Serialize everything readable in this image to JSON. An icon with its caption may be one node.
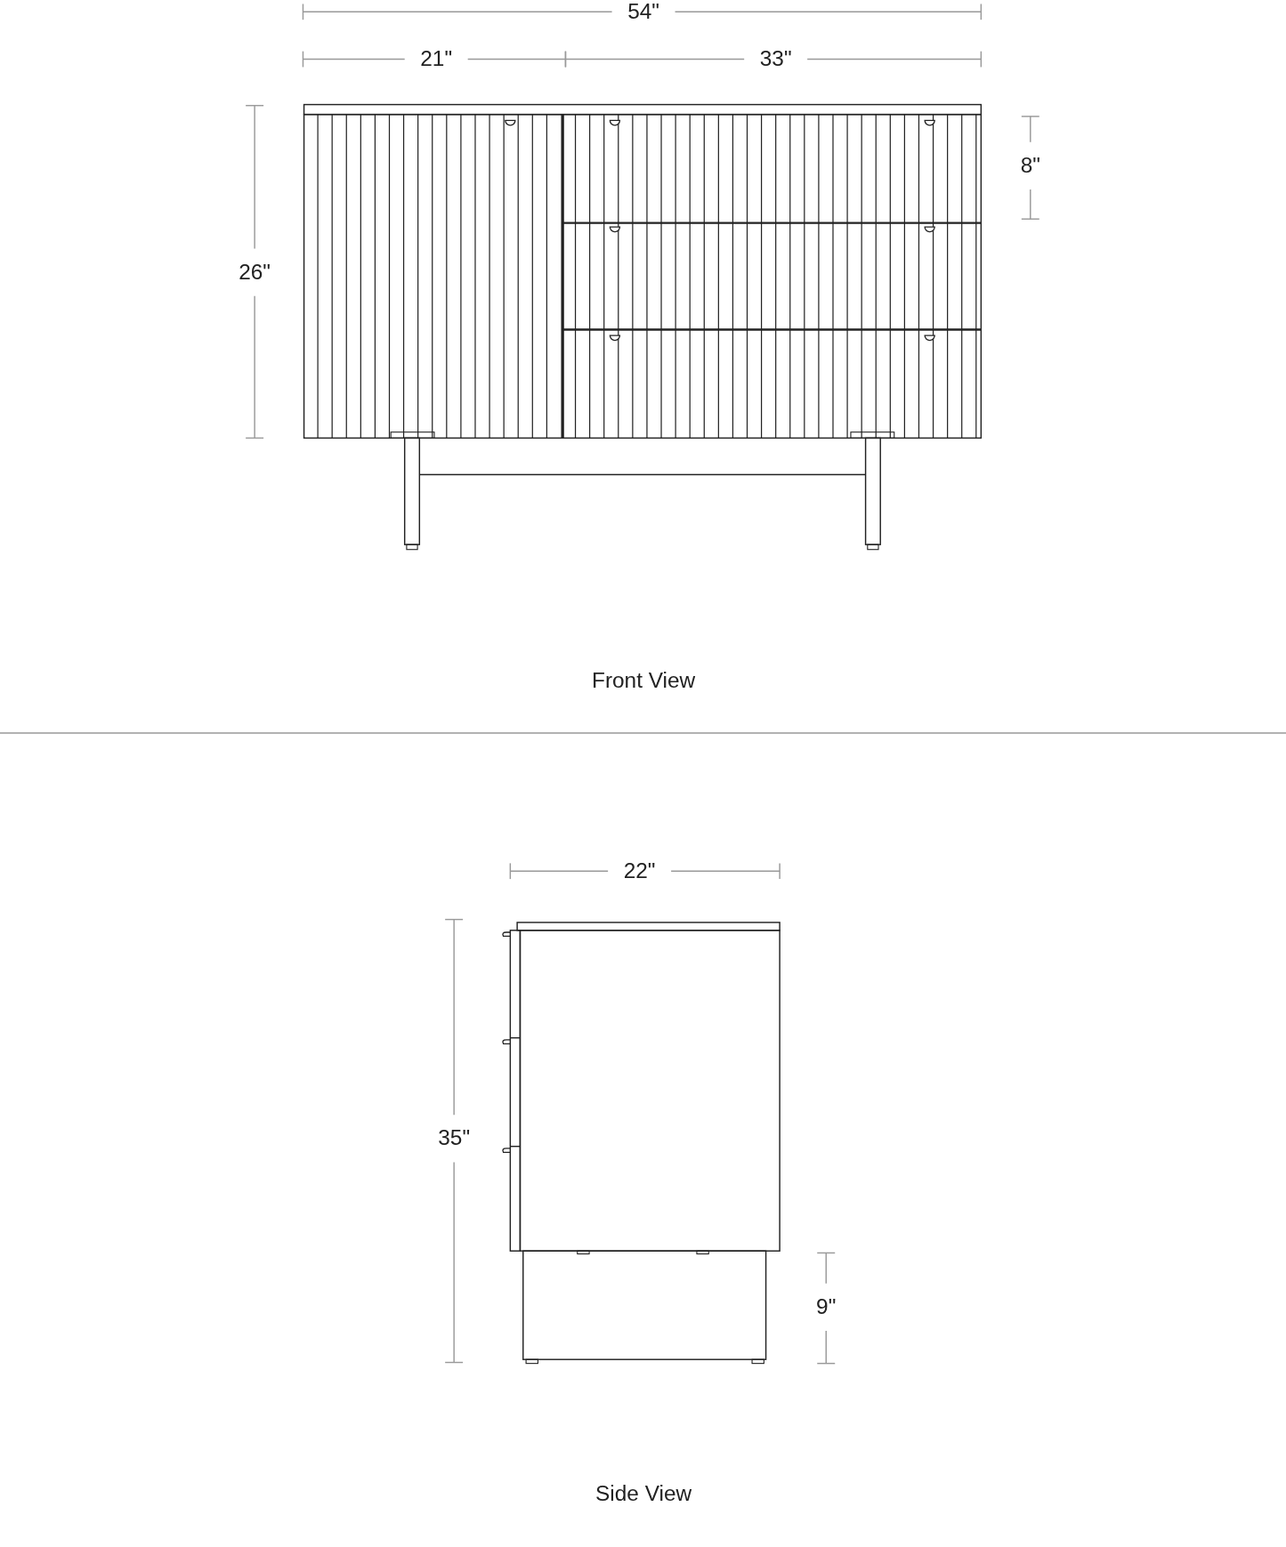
{
  "diagram": {
    "labels": [
      "54\"",
      "21\"",
      "33\"",
      "8\"",
      "26\"",
      "Front View",
      "22\"",
      "35\"",
      "9\"",
      "Side View"
    ]
  }
}
